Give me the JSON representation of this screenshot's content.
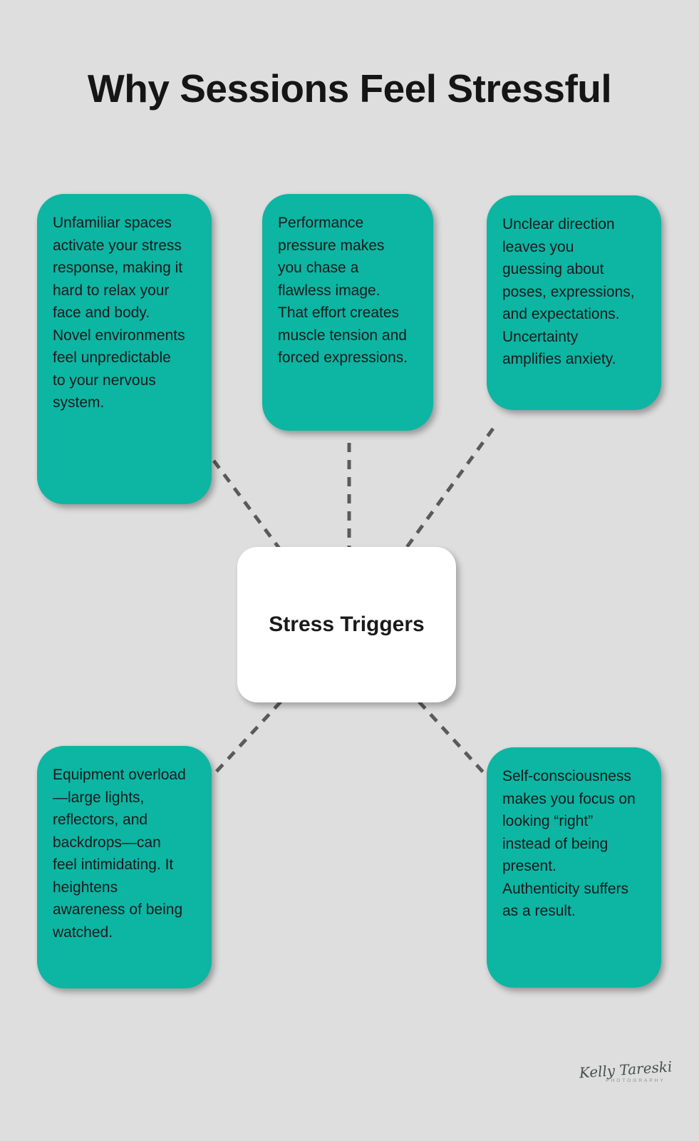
{
  "title": "Why Sessions Feel Stressful",
  "center": {
    "label": "Stress Triggers"
  },
  "nodes": [
    {
      "id": "unfamiliar-spaces",
      "text": "Unfamiliar spaces activate your stress response, making it hard to relax your face and body. Novel environments feel unpredictable to your nervous system."
    },
    {
      "id": "performance-pressure",
      "text": "Performance pressure makes you chase a flawless image. That effort creates muscle tension and forced expressions."
    },
    {
      "id": "unclear-direction",
      "text": "Unclear direction leaves you guessing about poses, expressions, and expectations. Uncertainty amplifies anxiety."
    },
    {
      "id": "equipment-overload",
      "text": "Equipment overload—large lights, reflectors, and backdrops—can feel intimidating. It heightens awareness of being watched."
    },
    {
      "id": "self-consciousness",
      "text": "Self-consciousness makes you focus on looking “right” instead of being present. Authenticity suffers as a result."
    }
  ],
  "signature": {
    "name": "Kelly Tareski",
    "subtitle": "PHOTOGRAPHY"
  },
  "colors": {
    "background": "#dedede",
    "node_fill": "#0db5a3",
    "center_fill": "#ffffff",
    "text": "#1a1a1a",
    "title": "#151515",
    "connector": "#5a5a5a",
    "signature": "#4a4f4d",
    "signature_sub": "#8a8f8d"
  }
}
